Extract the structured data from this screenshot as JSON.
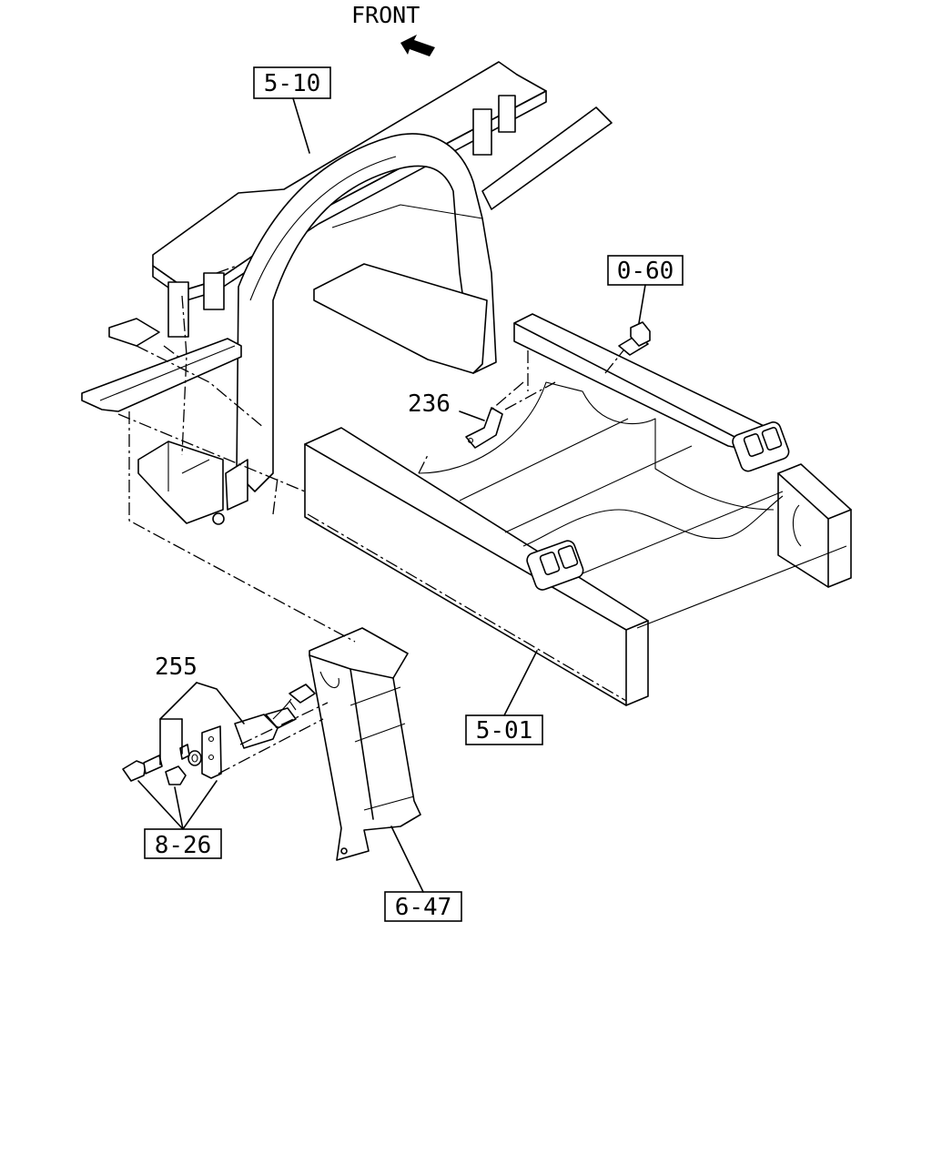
{
  "direction_label": "FRONT",
  "callouts": {
    "frame_crossmember_upper": "5-10",
    "bolt_ref": "0-60",
    "frame_rear": "5-01",
    "bracket_assembly": "6-47",
    "fastener_ref": "8-26"
  },
  "part_numbers": {
    "clip": "236",
    "switch": "255"
  }
}
